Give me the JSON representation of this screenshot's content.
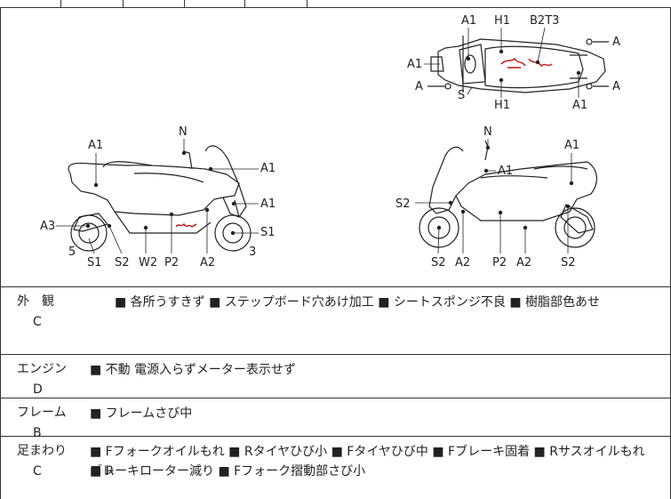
{
  "diagram": {
    "left_side_labels": [
      "N",
      "A1",
      "A1",
      "A1",
      "A3",
      "S1",
      "5",
      "3",
      "S1",
      "S2",
      "W2",
      "P2",
      "A2"
    ],
    "right_side_labels": [
      "N",
      "A1",
      "A1",
      "S2",
      "S2",
      "A2",
      "P2",
      "A2",
      "S2"
    ],
    "top_view_labels": [
      "A1",
      "H1",
      "B2T3",
      "A",
      "A1",
      "A",
      "S",
      "H1",
      "A1",
      "A"
    ]
  },
  "sections": [
    {
      "name": "外　観",
      "grade": "C",
      "notes": "■ 各所うすきず ■ ステップボード穴あけ加工 ■ シートスポンジ不良 ■ 樹脂部色あせ"
    },
    {
      "name": "エンジン",
      "grade": "D",
      "notes": "■ 不動 電源入らずメーター表示せず"
    },
    {
      "name": "フレーム",
      "grade": "B",
      "notes": "■ フレームさび中"
    },
    {
      "name": "足まわり",
      "grade": "C",
      "notes": "■ Fフォークオイルもれ ■ Rタイヤひび小 ■ Fタイヤひび中 ■ Fブレーキ固着 ■ Rサスオイルもれ ■ R",
      "notes2": "ブレーキローター減り ■ Fフォーク摺動部さび小"
    }
  ]
}
